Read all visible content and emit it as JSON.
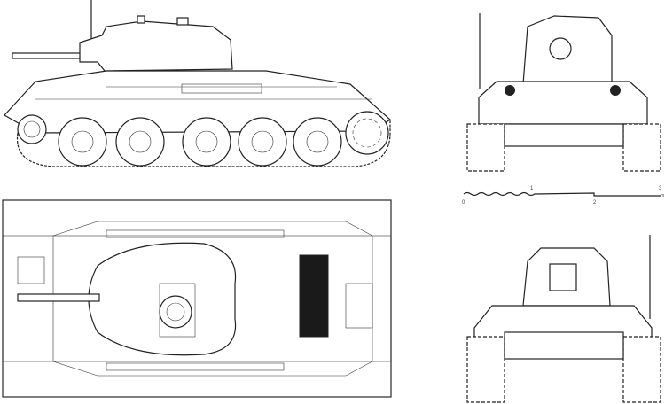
{
  "drawing": {
    "subject": "tank-orthographic-views",
    "views": [
      "side",
      "top",
      "front",
      "rear"
    ],
    "scale_bar": {
      "labels": [
        "0",
        "1",
        "2",
        "3"
      ],
      "unit": "m"
    },
    "road_wheels_per_side": 5,
    "colors": {
      "line": "#222222",
      "background": "#ffffff",
      "panel_dark": "#1a1a1a"
    }
  }
}
